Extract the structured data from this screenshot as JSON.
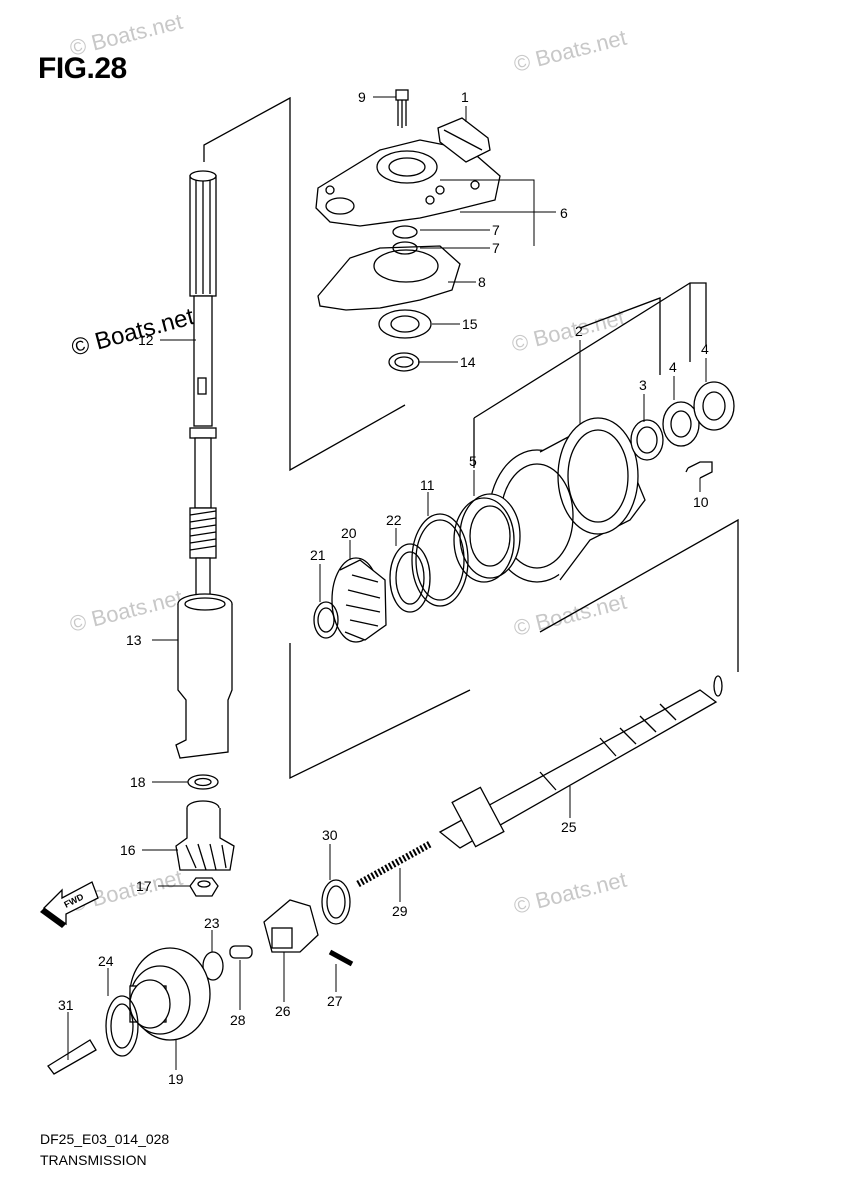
{
  "figure": {
    "title": "FIG.28",
    "code": "DF25_E03_014_028",
    "name": "TRANSMISSION"
  },
  "watermark": "© Boats.net",
  "fwd_label": "FWD",
  "callouts": [
    {
      "id": "1",
      "label": "1"
    },
    {
      "id": "2",
      "label": "2"
    },
    {
      "id": "3",
      "label": "3"
    },
    {
      "id": "4a",
      "label": "4"
    },
    {
      "id": "4b",
      "label": "4"
    },
    {
      "id": "5",
      "label": "5"
    },
    {
      "id": "6",
      "label": "6"
    },
    {
      "id": "7a",
      "label": "7"
    },
    {
      "id": "7b",
      "label": "7"
    },
    {
      "id": "8",
      "label": "8"
    },
    {
      "id": "9",
      "label": "9"
    },
    {
      "id": "10",
      "label": "10"
    },
    {
      "id": "11",
      "label": "11"
    },
    {
      "id": "12",
      "label": "12"
    },
    {
      "id": "13",
      "label": "13"
    },
    {
      "id": "14",
      "label": "14"
    },
    {
      "id": "15",
      "label": "15"
    },
    {
      "id": "16",
      "label": "16"
    },
    {
      "id": "17",
      "label": "17"
    },
    {
      "id": "18",
      "label": "18"
    },
    {
      "id": "19",
      "label": "19"
    },
    {
      "id": "20",
      "label": "20"
    },
    {
      "id": "21",
      "label": "21"
    },
    {
      "id": "22",
      "label": "22"
    },
    {
      "id": "23",
      "label": "23"
    },
    {
      "id": "24",
      "label": "24"
    },
    {
      "id": "25",
      "label": "25"
    },
    {
      "id": "26",
      "label": "26"
    },
    {
      "id": "27",
      "label": "27"
    },
    {
      "id": "28",
      "label": "28"
    },
    {
      "id": "29",
      "label": "29"
    },
    {
      "id": "30",
      "label": "30"
    },
    {
      "id": "31",
      "label": "31"
    }
  ]
}
